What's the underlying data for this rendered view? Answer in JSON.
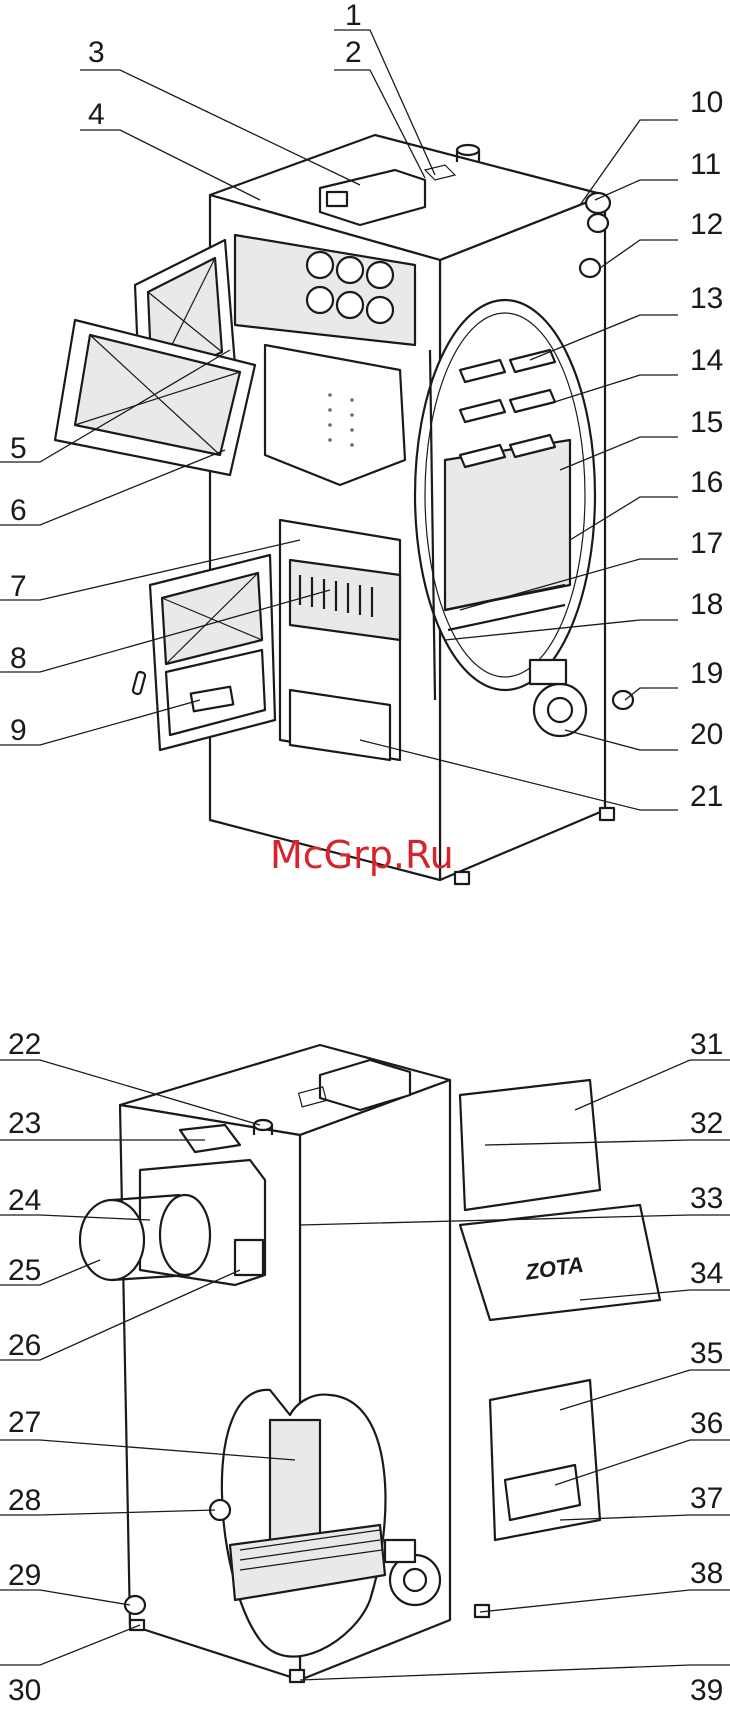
{
  "watermark": {
    "text": "McGrp.Ru",
    "color": "#d7232a"
  },
  "brand_plate": {
    "text": "ZOTA"
  },
  "top_view": {
    "labels": [
      "1",
      "2",
      "3",
      "4",
      "5",
      "6",
      "7",
      "8",
      "9",
      "10",
      "11",
      "12",
      "13",
      "14",
      "15",
      "16",
      "17",
      "18",
      "19",
      "20",
      "21"
    ]
  },
  "bottom_view": {
    "labels": [
      "22",
      "23",
      "24",
      "25",
      "26",
      "27",
      "28",
      "29",
      "30",
      "31",
      "32",
      "33",
      "34",
      "35",
      "36",
      "37",
      "38",
      "39"
    ]
  }
}
